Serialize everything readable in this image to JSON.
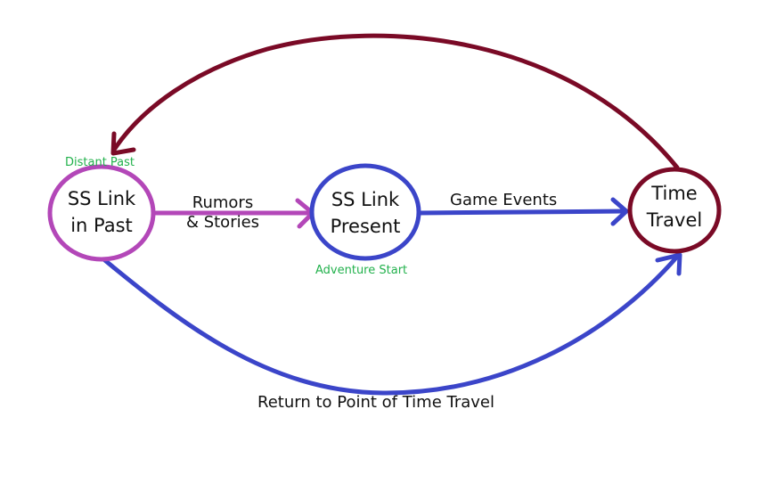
{
  "nodes": {
    "past": {
      "line1": "SS Link",
      "line2": "in Past",
      "note": "Distant Past",
      "color": "#b347b8"
    },
    "present": {
      "line1": "SS Link",
      "line2": "Present",
      "note": "Adventure Start",
      "color": "#3b45c9"
    },
    "travel": {
      "line1": "Time",
      "line2": "Travel",
      "color": "#7a0a26"
    }
  },
  "edges": {
    "rumors": {
      "line1": "Rumors",
      "line2": "& Stories",
      "color": "#b347b8"
    },
    "game_events": {
      "label": "Game Events",
      "color": "#3b45c9"
    },
    "return": {
      "label": "Return to Point of Time Travel",
      "color": "#3b45c9"
    },
    "back_to_past": {
      "color": "#7a0a26"
    }
  },
  "note_color": "#22b14c"
}
